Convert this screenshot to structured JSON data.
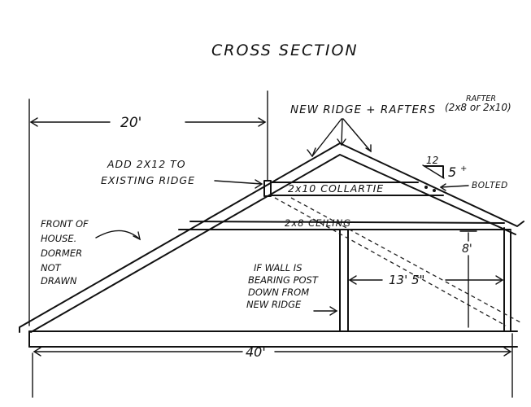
{
  "title": "CROSS SECTION",
  "labels": {
    "span_top": "20'",
    "new_ridge": "NEW RIDGE + RAFTERS",
    "rafter_note_top": "RAFTER",
    "rafter_note": "(2x8 or 2x10)",
    "pitch_run": "12",
    "pitch_rise": "5",
    "bolted": "BOLTED",
    "add_ridge_1": "ADD 2X12 TO",
    "add_ridge_2": "EXISTING RIDGE",
    "collar_tie": "2x10 COLLARTIE",
    "ceiling": "2x8 CEILING",
    "front_1": "FRONT OF",
    "front_2": "HOUSE.",
    "front_3": "DORMER",
    "front_4": "NOT",
    "front_5": "DRAWN",
    "wall_1": "IF WALL IS",
    "wall_2": "BEARING POST",
    "wall_3": "DOWN FROM",
    "wall_4": "NEW RIDGE",
    "height": "8'",
    "span_mid": "13' 5\"",
    "span_bottom": "40'"
  }
}
